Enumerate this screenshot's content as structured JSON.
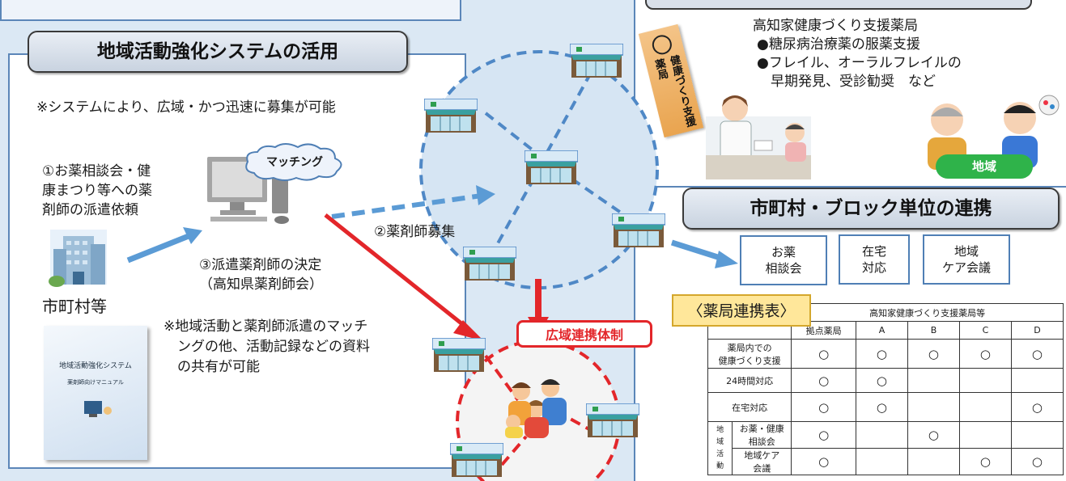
{
  "left": {
    "title": "地域活動強化システムの活用",
    "note_system": "※システムにより、広域・かつ迅速に募集が可能",
    "step1_lines": [
      "①お薬相談会・健",
      "康まつり等への薬",
      "剤師の派遣依頼"
    ],
    "municipality": "市町村等",
    "matching": "マッチング",
    "step2": "②薬剤師募集",
    "step3_lines": [
      "③派遣薬剤師の決定",
      "（高知県薬剤師会）"
    ],
    "note2_lines": [
      "※地域活動と薬剤師派遣のマッチ",
      "　ングの他、活動記録などの資料",
      "　の共有が可能"
    ],
    "manual_title": "地域活動強化システム",
    "manual_subtitle": "薬剤師向けマニュアル"
  },
  "center": {
    "wide_area": "広域連携体制"
  },
  "right_top": {
    "heading": "高知家健康づくり支援薬局",
    "bullets": [
      "●糖尿病治療薬の服薬支援",
      "●フレイル、オーラルフレイルの",
      "　早期発見、受診勧奨　など"
    ],
    "sign_text": "健康づくり支援薬局",
    "community_label": "地域"
  },
  "right_bottom": {
    "title": "市町村・ブロック単位の連携",
    "bubbles": [
      {
        "lines": [
          "お薬",
          "相談会"
        ]
      },
      {
        "lines": [
          "在宅",
          "対応"
        ]
      },
      {
        "lines": [
          "地域",
          "ケア会議"
        ]
      }
    ],
    "table_label": "〈薬局連携表〉",
    "table": {
      "group_header": "高知家健康づくり支援薬局等",
      "columns": [
        "拠点薬局",
        "A",
        "B",
        "C",
        "D"
      ],
      "side_group": [
        "地",
        "域",
        "活",
        "動"
      ],
      "rows": [
        {
          "label": [
            "薬局内での",
            "健康づくり支援"
          ],
          "marks": [
            "○",
            "○",
            "○",
            "○",
            "○"
          ]
        },
        {
          "label": [
            "24時間対応"
          ],
          "marks": [
            "○",
            "○",
            "",
            "",
            ""
          ]
        },
        {
          "label": [
            "在宅対応"
          ],
          "marks": [
            "○",
            "○",
            "",
            "",
            "○"
          ]
        },
        {
          "label": [
            "お薬・健康",
            "相談会"
          ],
          "marks": [
            "○",
            "",
            "○",
            "",
            ""
          ]
        },
        {
          "label": [
            "地域ケア",
            "会議"
          ],
          "marks": [
            "○",
            "",
            "",
            "○",
            "○"
          ]
        }
      ]
    }
  }
}
